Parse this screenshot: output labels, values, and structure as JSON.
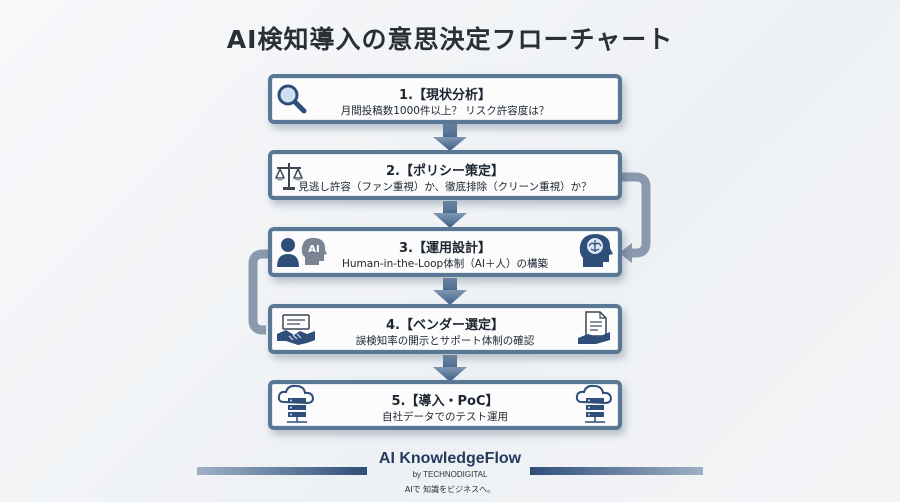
{
  "title": "AI検知導入の意思決定フローチャート",
  "steps": [
    {
      "title": "1.【現状分析】",
      "desc": "月間投稿数1000件以上？ リスク許容度は？",
      "icons": [
        "magnifier-icon"
      ]
    },
    {
      "title": "2.【ポリシー策定】",
      "desc": "見逃し許容（ファン重視）か、徹底排除（クリーン重視）か？",
      "icons": [
        "scales-icon"
      ]
    },
    {
      "title": "3.【運用設計】",
      "desc": "Human-in-the-Loop体制（AI＋人）の構築",
      "icons": [
        "human-ai-icon",
        "brain-icon"
      ]
    },
    {
      "title": "4.【ベンダー選定】",
      "desc": "誤検知率の開示とサポート体制の確認",
      "icons": [
        "handshake-icon",
        "document-hand-icon"
      ]
    },
    {
      "title": "5.【導入・PoC】",
      "desc": "自社データでのテスト運用",
      "icons": [
        "cloud-server-icon",
        "cloud-server-icon"
      ]
    }
  ],
  "human_ai_badge": "AI",
  "footer": {
    "brand": "AI KnowledgeFlow",
    "by": "by TECHNODIGITAL",
    "tagline": "AIで 知識をビジネスへ。"
  },
  "colors": {
    "box_border": "#5a7795",
    "arrow": "#4a6a8f",
    "loop_arrow": "#8a9aac",
    "brand": "#243a5e"
  }
}
